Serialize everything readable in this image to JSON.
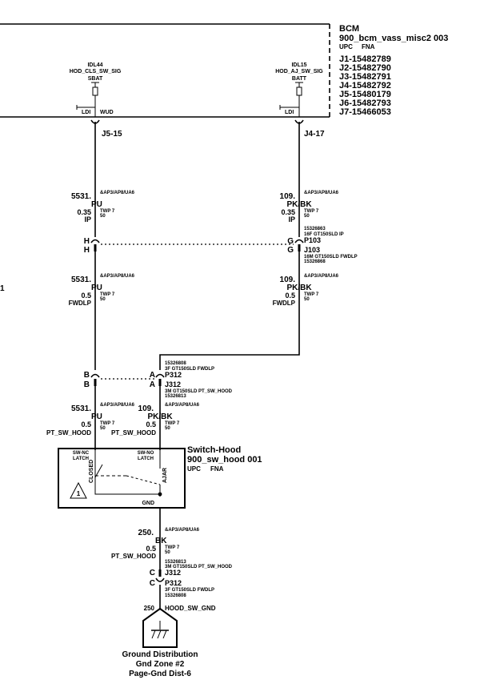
{
  "bcm": {
    "title": "BCM",
    "subtitle": "900_bcm_vass_misc2 003",
    "upc": "UPC",
    "fna": "FNA",
    "connectors": [
      "J1-15482789",
      "J2-15482790",
      "J3-15482791",
      "J4-15482792",
      "J5-15480179",
      "J6-15482793",
      "J7-15466053"
    ],
    "pin_left": {
      "code": "IDL44",
      "signal": "HOD_CLS_SW_SIG",
      "supply": "SBAT",
      "ldi": "LDI",
      "wud": "WUD",
      "connector": "J5-15"
    },
    "pin_right": {
      "code": "IDL15",
      "signal": "HOD_AJ_SW_SIG",
      "supply": "BATT",
      "ldi": "LDI",
      "connector": "J4-17"
    }
  },
  "wire_left_1": {
    "circuit": "5531.",
    "color": "PU",
    "size": "0.35",
    "insulation": "IP",
    "options": "&AP3/AP8/UA6",
    "twist": "TWP 7",
    "twist_val": "50"
  },
  "wire_right_1": {
    "circuit": "109.",
    "color": "PK/BK",
    "size": "0.35",
    "insulation": "IP",
    "options": "&AP3/AP8/UA6",
    "twist": "TWP 7",
    "twist_val": "50"
  },
  "conn_p103": {
    "pin_left_top": "H",
    "pin_left_bottom": "H",
    "pin_right_top": "G",
    "pin_right_bottom": "G",
    "p_part": "15326863",
    "p_desc": "16F GT150SLD IP",
    "p_name": "P103",
    "j_name": "J103",
    "j_desc": "16M GT150SLD FWDLP",
    "j_part": "15326868"
  },
  "wire_left_2": {
    "circuit": "5531.",
    "color": "PU",
    "size": "0.5",
    "insulation": "FWDLP",
    "options": "&AP3/AP8/UA6",
    "twist": "TWP 7",
    "twist_val": "50"
  },
  "wire_right_2": {
    "circuit": "109.",
    "color": "PK/BK",
    "size": "0.5",
    "insulation": "FWDLP",
    "options": "&AP3/AP8/UA6",
    "twist": "TWP 7",
    "twist_val": "50"
  },
  "side_mark": "1",
  "conn_p312": {
    "pin_left_top": "B",
    "pin_left_bottom": "B",
    "pin_right_top": "A",
    "pin_right_bottom": "A",
    "p_part": "15326808",
    "p_desc": "3F GT150SLD FWDLP",
    "p_name": "P312",
    "j_name": "J312",
    "j_desc": "3M GT150SLD PT_SW_HOOD",
    "j_part": "15326813"
  },
  "wire_left_3": {
    "circuit": "5531.",
    "color": "PU",
    "size": "0.5",
    "insulation": "PT_SW_HOOD",
    "options": "&AP3/AP8/UA6",
    "twist": "TWP 7",
    "twist_val": "50"
  },
  "wire_right_3": {
    "circuit": "109.",
    "color": "PK/BK",
    "size": "0.5",
    "insulation": "PT_SW_HOOD",
    "options": "&AP3/AP8/UA6",
    "twist": "TWP 7",
    "twist_val": "50"
  },
  "switch": {
    "title": "Switch-Hood",
    "subtitle": "900_sw_hood 001",
    "upc": "UPC",
    "fna": "FNA",
    "nc_label_1": "SW-NC",
    "nc_label_2": "LATCH",
    "no_label_1": "SW-NO",
    "no_label_2": "LATCH",
    "closed": "CLOSED",
    "ajar": "AJAR",
    "gnd": "GND",
    "note": "1"
  },
  "wire_gnd": {
    "circuit": "250.",
    "color": "BK",
    "size": "0.5",
    "insulation": "PT_SW_HOOD",
    "options": "&AP3/AP8/UA6",
    "twist": "TWP 7",
    "twist_val": "50"
  },
  "conn_gnd": {
    "pin_top": "C",
    "pin_bottom": "C",
    "j_part": "15326813",
    "j_desc": "3M GT150SLD PT_SW_HOOD",
    "j_name": "J312",
    "p_name": "P312",
    "p_desc": "3F GT150SLD FWDLP",
    "p_part": "15326808"
  },
  "ground": {
    "circuit": "250",
    "label": "HOOD_SW_GND",
    "line1": "Ground Distribution",
    "line2": "Gnd Zone #2",
    "line3": "Page-Gnd Dist-6"
  }
}
